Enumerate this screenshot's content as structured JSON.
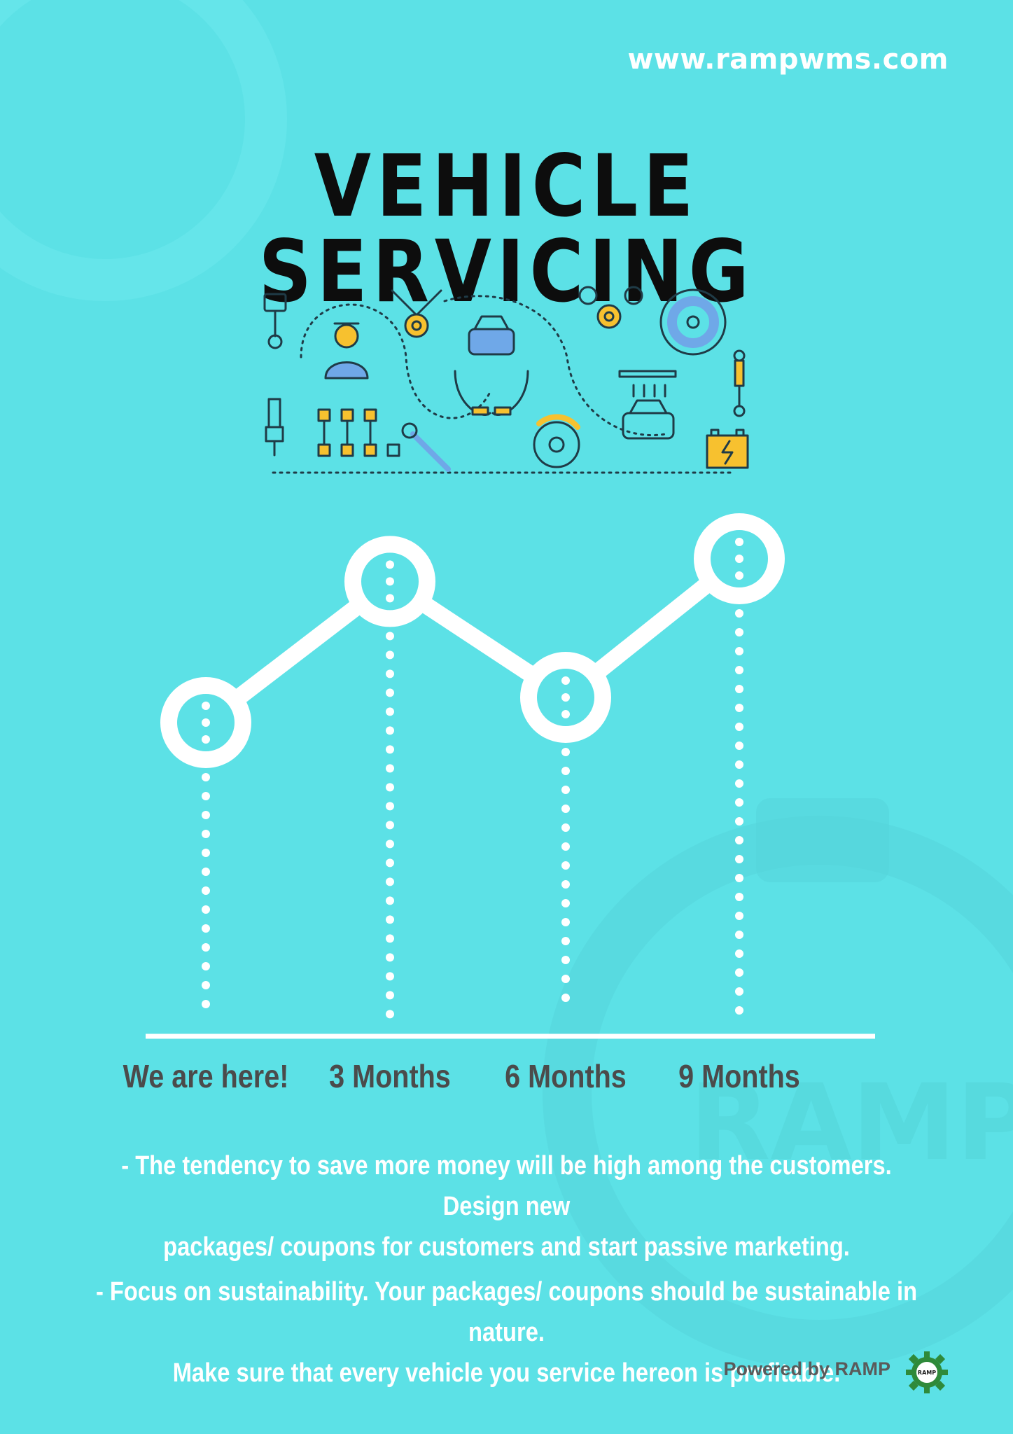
{
  "header": {
    "url": "www.rampwms.com",
    "title": "VEHICLE SERVICING"
  },
  "illustration": {
    "icons": [
      "piston-icon",
      "engine-icon",
      "gear-icon",
      "tire-icon",
      "mechanic-icon",
      "car-in-hands-icon",
      "car-wash-icon",
      "spark-plug-icon",
      "flowchart-icon",
      "wrench-icon",
      "brake-disc-icon",
      "shock-absorber-icon",
      "battery-icon"
    ],
    "accent_color": "#f7c12f",
    "blue_color": "#6fa8e8",
    "line_color": "#1f3b47"
  },
  "timeline": {
    "labels": [
      "We are here!",
      "3 Months",
      "6 Months",
      "9 Months"
    ],
    "levels": [
      0.3,
      0.86,
      0.4,
      0.95
    ]
  },
  "notes": {
    "p1_line1": "- The tendency to save more money will be high among the customers. Design new",
    "p1_line2": "packages/ coupons for customers and start passive marketing.",
    "p2_line1": "- Focus on sustainability. Your packages/ coupons should be sustainable in nature.",
    "p2_line2": "Make sure that every vehicle you service hereon is profitable."
  },
  "footer": {
    "powered_by": "Powered by RAMP",
    "logo_text": "RAMP"
  },
  "colors": {
    "background": "#5ce1e6",
    "title": "#0d0d0d",
    "label": "#4b4b4b",
    "white": "#ffffff",
    "logo_green": "#2f8a3a"
  }
}
